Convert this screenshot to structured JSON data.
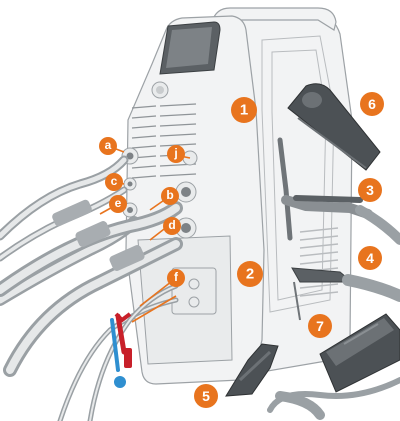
{
  "colors": {
    "callout": "#e8741e",
    "callout_text": "#ffffff",
    "red_plug": "#c8202a",
    "blue_plug": "#2f8fd0"
  },
  "callouts": {
    "c1": "1",
    "c2": "2",
    "c3": "3",
    "c4": "4",
    "c5": "5",
    "c6": "6",
    "c7": "7",
    "ca": "a",
    "cb": "b",
    "cc": "c",
    "cd": "d",
    "ce": "e",
    "cf": "f",
    "cj": "j"
  }
}
